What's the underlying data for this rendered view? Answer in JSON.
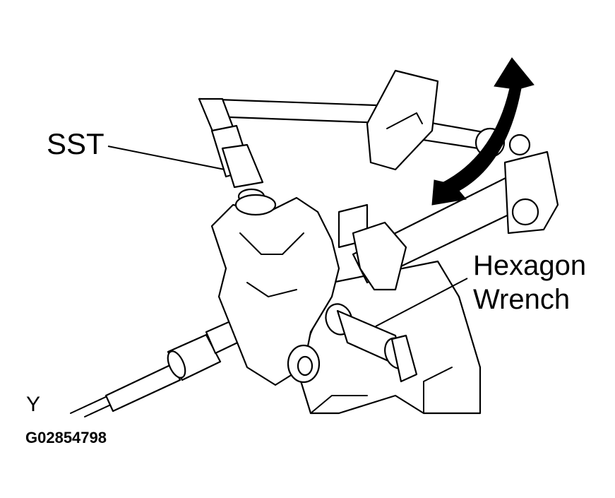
{
  "labels": {
    "sst": "SST",
    "hexagon_line1": "Hexagon",
    "hexagon_line2": "Wrench",
    "view_marker": "Y",
    "figure_code": "G02854798"
  }
}
